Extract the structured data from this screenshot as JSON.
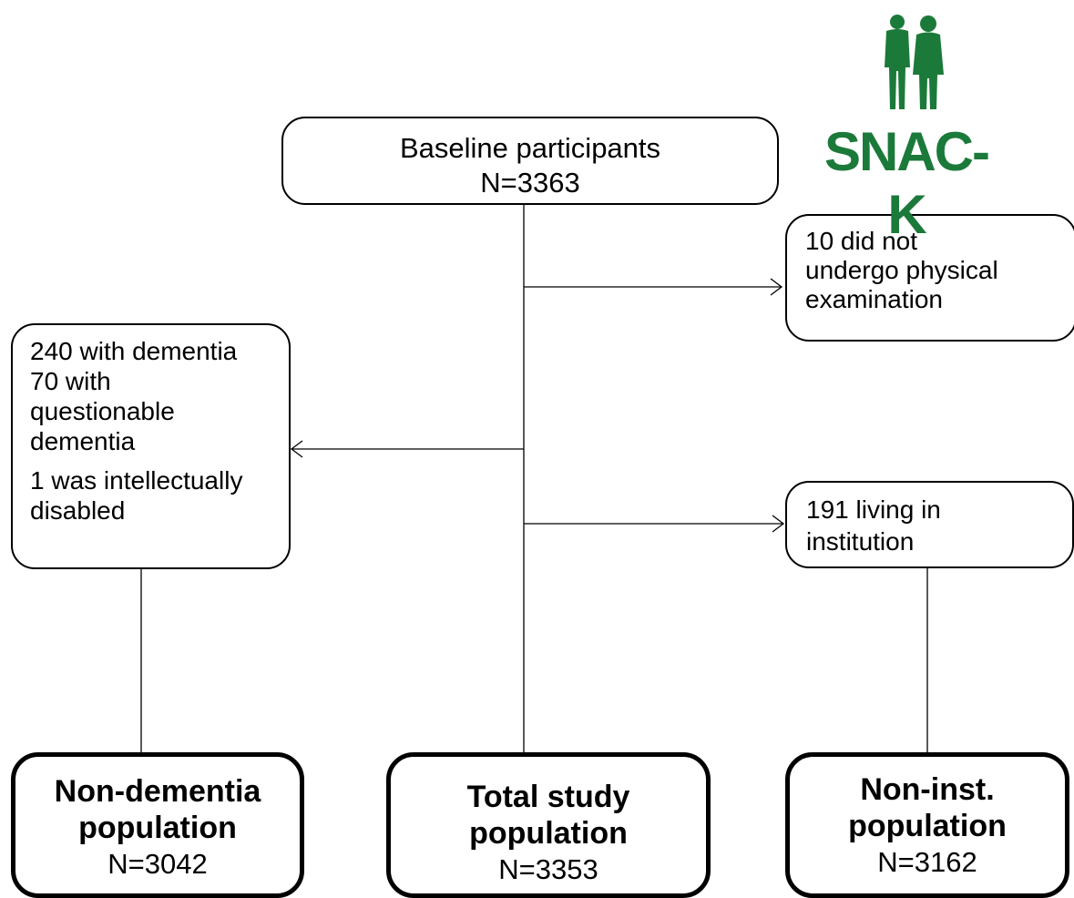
{
  "colors": {
    "logo": "#1b7a3a",
    "line": "#000000"
  },
  "logo": {
    "text": "SNAC-K",
    "icon": "two-elderly-people-icon"
  },
  "boxes": {
    "baseline": {
      "line1": "Baseline participants",
      "line2": "N=3363"
    },
    "no_exam": {
      "line1": "10 did not",
      "line2": "undergo physical",
      "line3": "examination"
    },
    "dementia_excluded": {
      "line1": "240 with dementia",
      "line2": "70 with",
      "line3": "questionable",
      "line4": "dementia",
      "line5": "1 was intellectually",
      "line6": "disabled"
    },
    "institution": {
      "line1": "191 living in",
      "line2": "institution"
    },
    "non_dementia": {
      "title1": "Non-dementia",
      "title2": "population",
      "n": "N=3042"
    },
    "total": {
      "title1": "Total study",
      "title2": "population",
      "n": "N=3353"
    },
    "non_inst": {
      "title1": "Non-inst.",
      "title2": "population",
      "n": "N=3162"
    }
  }
}
